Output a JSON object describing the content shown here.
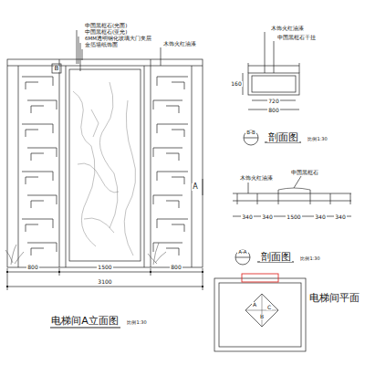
{
  "diagram": {
    "labels": [
      "中国黑框石(光面)",
      "中国黑框石(亚光)",
      "6MM透明钢化玻璃大门夹层",
      "金箔墙纸饰面",
      "木饰火红油漆",
      "B",
      "A",
      "800",
      "1500",
      "800",
      "3100",
      "电梯间A立面图",
      "比例1:30",
      "木饰火红油漆",
      "中国黑框石干挂",
      "720",
      "800",
      "160",
      "B-B",
      "剖面图",
      "比例1:30",
      "中国黑框石",
      "木饰火红油漆",
      "340",
      "340",
      "1500",
      "340",
      "340",
      "A-A",
      "剖面图",
      "比例1:30",
      "A",
      "C",
      "B",
      "电梯间平面"
    ]
  }
}
